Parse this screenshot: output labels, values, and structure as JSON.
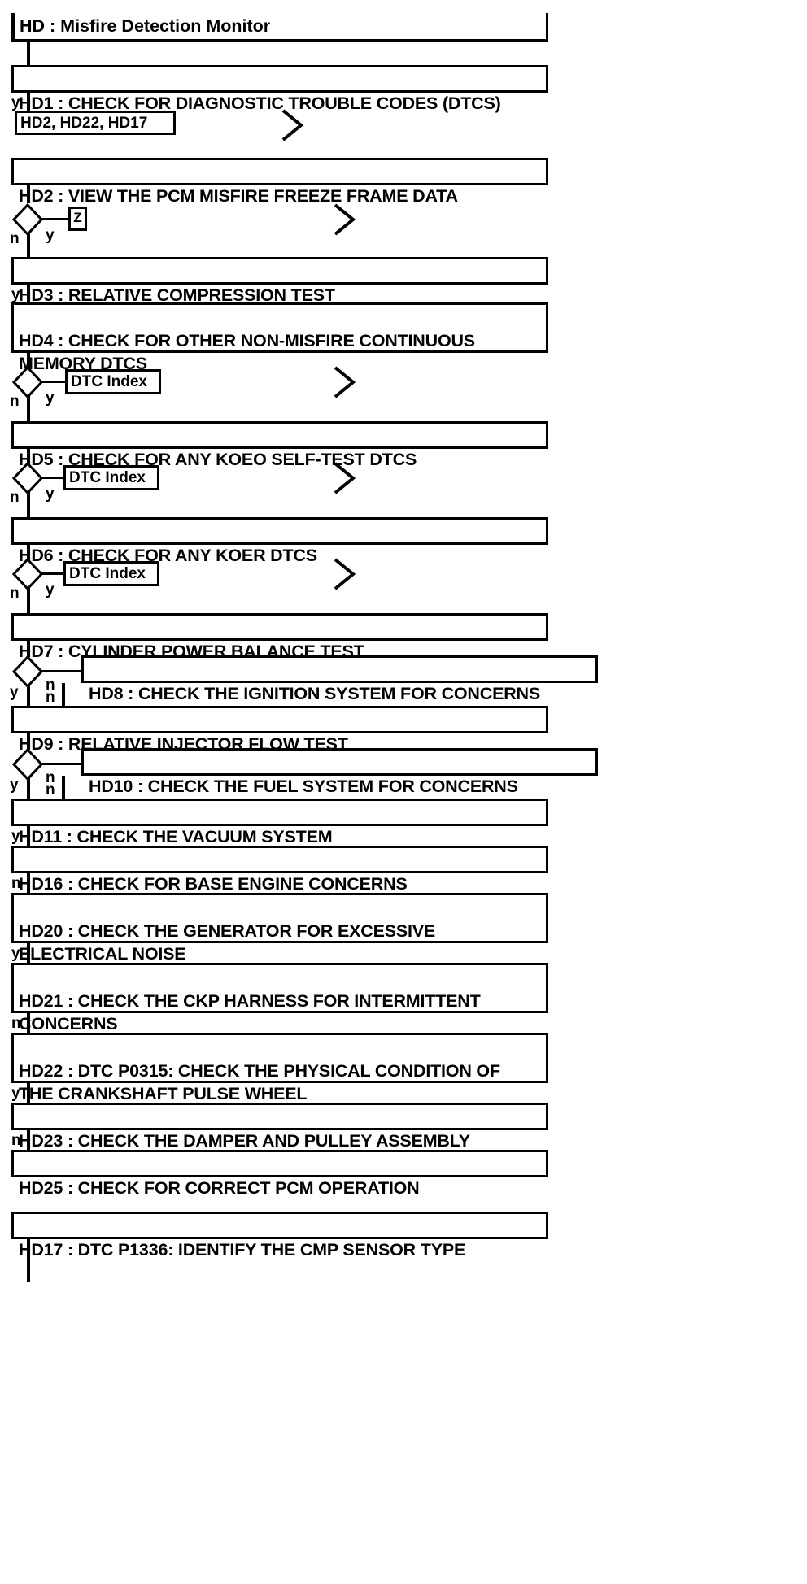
{
  "title": "HD : Misfire Detection Monitor",
  "header": {
    "label": "HD : Misfire Detection Monitor"
  },
  "nodes": [
    {
      "id": "HD1",
      "label": "HD1 : CHECK FOR DIAGNOSTIC TROUBLE CODES (DTCS)"
    },
    {
      "id": "HD2",
      "label": "HD2 : VIEW THE PCM MISFIRE FREEZE FRAME DATA"
    },
    {
      "id": "HD3",
      "label": "HD3 : RELATIVE COMPRESSION TEST"
    },
    {
      "id": "HD4",
      "label": "HD4 : CHECK FOR OTHER NON-MISFIRE CONTINUOUS\nMEMORY DTCS"
    },
    {
      "id": "HD5",
      "label": "HD5 : CHECK FOR ANY KOEO SELF-TEST DTCS"
    },
    {
      "id": "HD6",
      "label": "HD6 : CHECK FOR ANY KOER DTCS"
    },
    {
      "id": "HD7",
      "label": "HD7 : CYLINDER POWER BALANCE TEST"
    },
    {
      "id": "HD8",
      "label": "HD8 : CHECK THE IGNITION SYSTEM FOR CONCERNS"
    },
    {
      "id": "HD9",
      "label": "HD9 : RELATIVE INJECTOR FLOW TEST"
    },
    {
      "id": "HD10",
      "label": "HD10 : CHECK THE FUEL SYSTEM FOR CONCERNS"
    },
    {
      "id": "HD11",
      "label": "HD11 : CHECK THE VACUUM SYSTEM"
    },
    {
      "id": "HD16",
      "label": "HD16 : CHECK FOR BASE ENGINE CONCERNS"
    },
    {
      "id": "HD20",
      "label": "HD20 : CHECK THE GENERATOR FOR EXCESSIVE\nELECTRICAL NOISE"
    },
    {
      "id": "HD21",
      "label": "HD21 : CHECK THE CKP HARNESS FOR INTERMITTENT\nCONCERNS"
    },
    {
      "id": "HD22",
      "label": "HD22 : DTC P0315: CHECK THE PHYSICAL CONDITION OF\nTHE CRANKSHAFT PULSE WHEEL"
    },
    {
      "id": "HD23",
      "label": "HD23 : CHECK THE DAMPER AND PULLEY ASSEMBLY"
    },
    {
      "id": "HD25",
      "label": "HD25 : CHECK FOR CORRECT PCM OPERATION"
    },
    {
      "id": "HD17",
      "label": "HD17 : DTC P1336: IDENTIFY THE CMP SENSOR TYPE"
    }
  ],
  "refs": {
    "hd1_targets": "HD2, HD22, HD17",
    "hd2_symbol": "Z",
    "dtc_index_1": "DTC Index",
    "dtc_index_2": "DTC Index",
    "dtc_index_3": "DTC Index"
  },
  "branch_labels": {
    "hd1_y": "y",
    "hd2_n": "n",
    "hd2_y": "y",
    "hd3_y": "y",
    "hd4_n": "n",
    "hd4_y": "y",
    "hd5_n": "n",
    "hd5_y": "y",
    "hd6_n": "n",
    "hd6_y": "y",
    "hd7_y": "y",
    "hd7_n": "n",
    "hd8_n": "n",
    "hd9_y": "y",
    "hd9_n": "n",
    "hd10_n": "n",
    "hd11_y": "y",
    "hd16_n": "n",
    "hd20_y": "y",
    "hd21_n": "n",
    "hd22_y": "y",
    "hd23_n": "n"
  },
  "colors": {
    "line": "#000000",
    "fill": "#ffffff",
    "text": "#000000"
  }
}
